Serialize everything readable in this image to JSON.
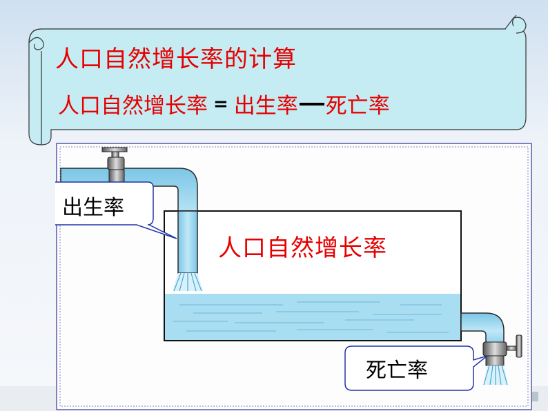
{
  "header": {
    "title": "人口自然增长率的计算",
    "formula_left": "人口自然增长率",
    "formula_eq": "=",
    "formula_birth": "出生率",
    "formula_death": "死亡率"
  },
  "diagram": {
    "birth_label": "出生率",
    "tank_label": "人口自然增长率",
    "death_label": "死亡率"
  },
  "colors": {
    "accent_red": "#e60000",
    "water": "#a8ddf2",
    "scroll_fill": "#c5ecf2",
    "border": "#8080c0"
  }
}
